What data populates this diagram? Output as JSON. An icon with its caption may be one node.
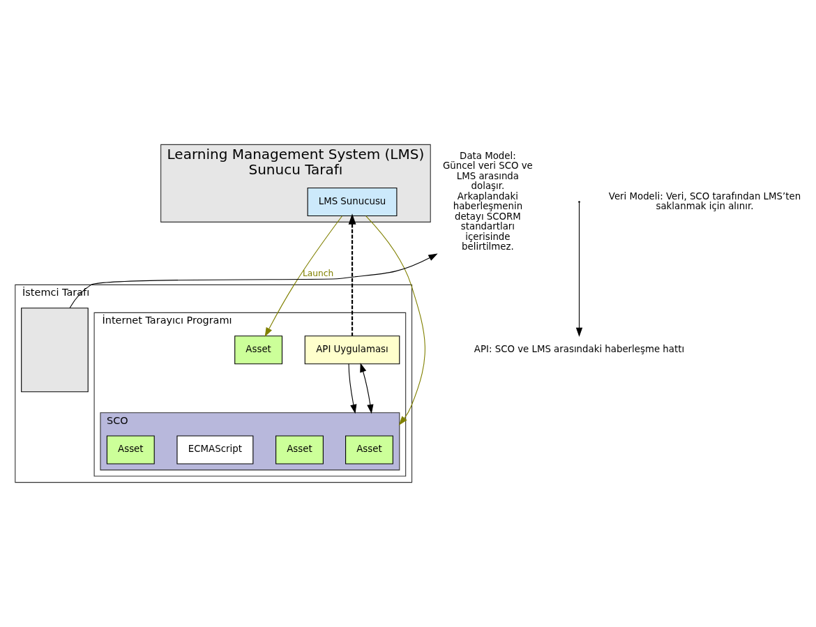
{
  "diagram": {
    "nodes": [
      {
        "text": [
          "Learning Management System (LMS)",
          "Sunucu Tarafı"
        ]
      },
      {
        "text": [
          "LMS Sunucusu"
        ],
        "in": 0
      },
      {
        "text": [
          "İstemci Tarafı"
        ]
      },
      {
        "text": [
          "İnternet Tarayıcı Programı"
        ],
        "in": 2
      },
      {
        "text": [
          "SCO"
        ],
        "in": 3
      },
      {
        "text": [
          "Asset"
        ],
        "in": 4
      },
      {
        "text": [
          "Asset"
        ],
        "in": 4
      },
      {
        "text": [
          "ECMAScript"
        ],
        "in": 4
      },
      {
        "text": [
          "Asset"
        ],
        "in": 4
      },
      {
        "text": [
          "Asset"
        ],
        "in": 3
      },
      {
        "text": [
          "API Uygulaması"
        ],
        "in": 3
      },
      {
        "text": [
          "Data Model:",
          "Güncel veri SCO ve LMS arasında dolaşır.",
          "Arkaplandaki haberleşmenin detayı SCORM standartları içerisinde belirtilmez."
        ]
      },
      {
        "text": [],
        "shape": "box",
        "in": 2
      },
      {
        "text": [
          "API: SCO ve LMS arasındaki haberleşme hattı"
        ]
      }
    ],
    "edges": [
      {
        "from": 10,
        "to": 1,
        "arrow": "to",
        "style": "dashed"
      },
      {
        "from": 10,
        "to": 4,
        "arrow": "to"
      },
      {
        "from": 10,
        "to": 4,
        "arrow": "both"
      },
      {
        "from": 1,
        "to": 4,
        "arrow": "to",
        "color": "#808000"
      },
      {
        "from": 1,
        "to": 9,
        "arrow": "to",
        "color": "#808000",
        "label": "Launch"
      },
      {
        "from": 12,
        "to": 11,
        "arrow": "to"
      },
      {
        "from": null,
        "to": 13,
        "arrow": "to"
      }
    ],
    "labels": [
      "Veri Modeli: Veri, SCO tarafından LMS’ten saklanmak için alınır."
    ]
  }
}
